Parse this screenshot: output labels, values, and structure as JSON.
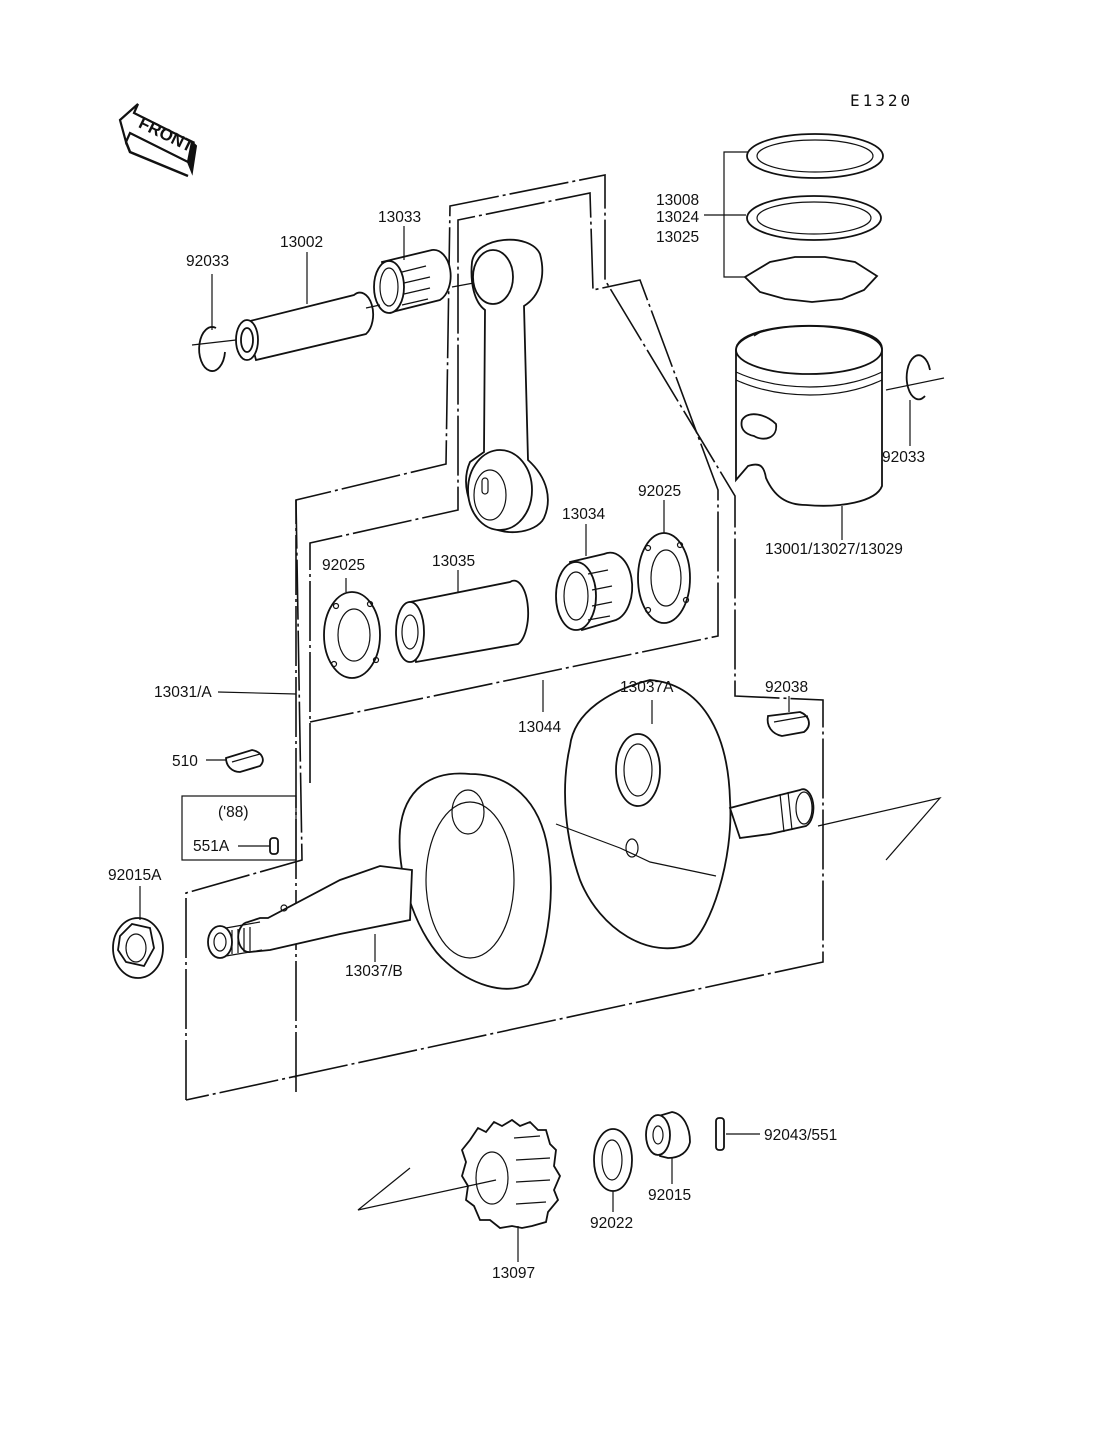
{
  "diagram": {
    "title": "Crankshaft / Piston Exploded Parts Diagram",
    "figure_code": "E1320",
    "front_marker": "FRONT",
    "colors": {
      "ink": "#111111",
      "background": "#ffffff"
    }
  },
  "labels": {
    "p92033_left": "92033",
    "p13002": "13002",
    "p13033": "13033",
    "rings_1": "13008",
    "rings_2": "13024",
    "rings_3": "13025",
    "p92033_right": "92033",
    "piston": "13001/13027/13029",
    "p92025_right": "92025",
    "p13034": "13034",
    "p92025_left": "92025",
    "p13035": "13035",
    "p13031": "13031/A",
    "p13044": "13044",
    "p13037a": "13037A",
    "p92038": "92038",
    "p510": "510",
    "year_note": "('88)",
    "p551a": "551A",
    "p92015a": "92015A",
    "p13037b": "13037/B",
    "p92043": "92043/551",
    "p92022": "92022",
    "p92015": "92015",
    "p13097": "13097"
  }
}
